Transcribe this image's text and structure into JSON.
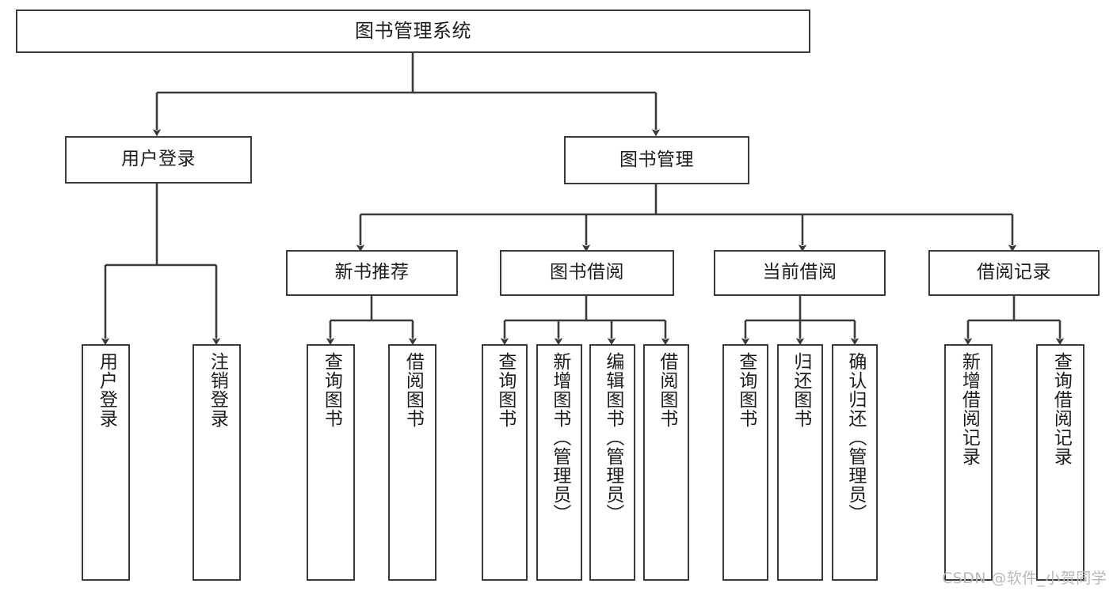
{
  "diagram": {
    "title": "图书管理系统",
    "type": "tree-hierarchy",
    "stroke_color": "#3a3a3a",
    "fill_color": "#ffffff",
    "text_color": "#1c1c1c",
    "nodes": {
      "root": {
        "label": "图书管理系统",
        "level": 1
      },
      "user_login": {
        "label": "用户登录",
        "level": 2
      },
      "book_manage": {
        "label": "图书管理",
        "level": 2
      },
      "new_book_rec": {
        "label": "新书推荐",
        "level": 3
      },
      "book_borrow": {
        "label": "图书借阅",
        "level": 3
      },
      "current_borrow": {
        "label": "当前借阅",
        "level": 3
      },
      "borrow_record": {
        "label": "借阅记录",
        "level": 3
      },
      "leaf_user_login": {
        "label": "用户登录",
        "level": 4
      },
      "leaf_user_logout": {
        "label": "注销登录",
        "level": 4
      },
      "leaf_rec_query": {
        "label": "查询图书",
        "level": 4
      },
      "leaf_rec_borrow": {
        "label": "借阅图书",
        "level": 4
      },
      "leaf_borrow_query": {
        "label": "查询图书",
        "level": 4
      },
      "leaf_borrow_add": {
        "label": "新增图书（管理员）",
        "level": 4
      },
      "leaf_borrow_edit": {
        "label": "编辑图书（管理员）",
        "level": 4
      },
      "leaf_borrow_do": {
        "label": "借阅图书",
        "level": 4
      },
      "leaf_cur_query": {
        "label": "查询图书",
        "level": 4
      },
      "leaf_cur_return": {
        "label": "归还图书",
        "level": 4
      },
      "leaf_cur_confirm": {
        "label": "确认归还（管理员）",
        "level": 4
      },
      "leaf_rec_add": {
        "label": "新增借阅记录",
        "level": 4
      },
      "leaf_rec_search": {
        "label": "查询借阅记录",
        "level": 4
      }
    }
  },
  "watermark": {
    "text": "CSDN @软件_小贺同学"
  }
}
